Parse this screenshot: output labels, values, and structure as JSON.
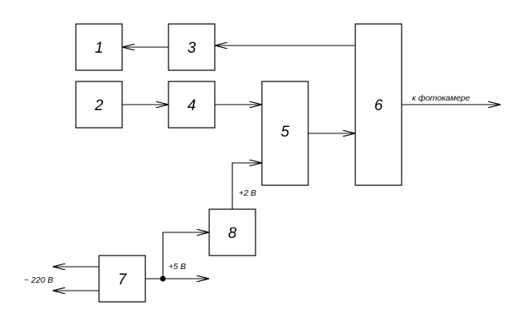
{
  "blocks": {
    "b1": "1",
    "b2": "2",
    "b3": "3",
    "b4": "4",
    "b5": "5",
    "b6": "6",
    "b7": "7",
    "b8": "8"
  },
  "labels": {
    "to_camera": "к фотокамере",
    "plus2v": "+2 В",
    "plus5v": "+5 В",
    "mains": "~ 220 В"
  },
  "colors": {
    "line": "#000000",
    "background": "#ffffff"
  }
}
